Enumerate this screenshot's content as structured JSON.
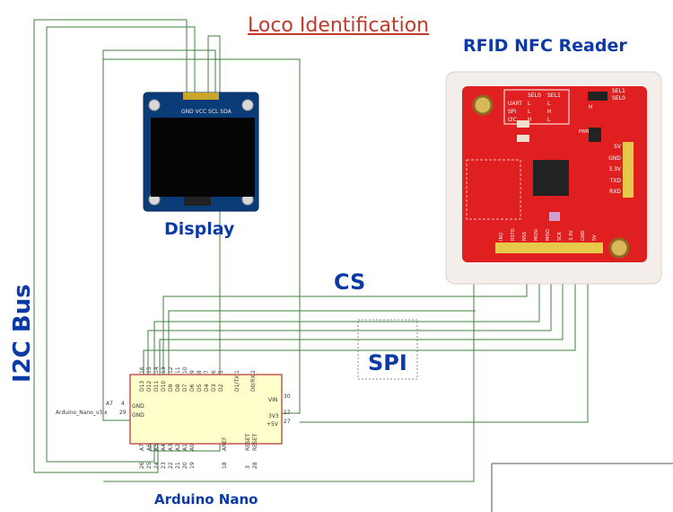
{
  "title": "Loco Identification",
  "reader": {
    "title": "RFID NFC Reader",
    "table": {
      "headers": [
        "",
        "SEL0",
        "SEL1"
      ],
      "rows": [
        [
          "UART",
          "L",
          "L"
        ],
        [
          "SPI",
          "L",
          "H"
        ],
        [
          "I2C",
          "H",
          "L"
        ]
      ]
    },
    "switch_labels": [
      "SEL1",
      "SEL0",
      "H"
    ],
    "side_pins": [
      "5V",
      "GND",
      "3.3V",
      "TXD",
      "RXD"
    ],
    "bottom_pins": [
      "IRQ",
      "RSTO",
      "NSS",
      "MOSI",
      "MISO",
      "SCK",
      "3.3V",
      "GND",
      "5V"
    ],
    "pwr_label": "PWR"
  },
  "display": {
    "caption": "Display",
    "pin_labels": "GND VCC SCL SDA"
  },
  "labels": {
    "cs": "CS",
    "spi": "SPI",
    "i2c": "I2C Bus"
  },
  "nano": {
    "caption": "Arduino Nano",
    "part_label": "Arduino_Nano_v3.x",
    "top_pins": [
      "D13",
      "D12",
      "D11",
      "D10",
      "D9",
      "D8",
      "D7",
      "D6",
      "D5",
      "D4",
      "D3",
      "D2",
      "D1/TX",
      "D0/RX"
    ],
    "top_nums": [
      "16",
      "15",
      "14",
      "13",
      "12",
      "11",
      "10",
      "9",
      "8",
      "7",
      "6",
      "5",
      "1",
      "2"
    ],
    "left_pins": [
      {
        "num": "4",
        "name": "GND",
        "ext": "A7"
      },
      {
        "num": "29",
        "name": "GND",
        "ext": ""
      }
    ],
    "right_pins": [
      {
        "num": "30",
        "name": "VIN"
      },
      {
        "num": "17",
        "name": "3V3"
      },
      {
        "num": "27",
        "name": "+5V"
      }
    ],
    "bottom_pins": [
      "A7",
      "A6",
      "A5",
      "A4",
      "A3",
      "A2",
      "A1",
      "A0",
      "AREF",
      "RESET",
      "RESET"
    ],
    "bottom_nums": [
      "26",
      "25",
      "24",
      "23",
      "22",
      "21",
      "20",
      "19",
      "18",
      "3",
      "28"
    ]
  },
  "colors": {
    "wire": "#3f7f3f",
    "board": "#e02020",
    "chip_outline": "#b03030",
    "chip_fill": "#ffffcc",
    "label_blue": "#0b3aa6",
    "title_red": "#c0392b"
  }
}
